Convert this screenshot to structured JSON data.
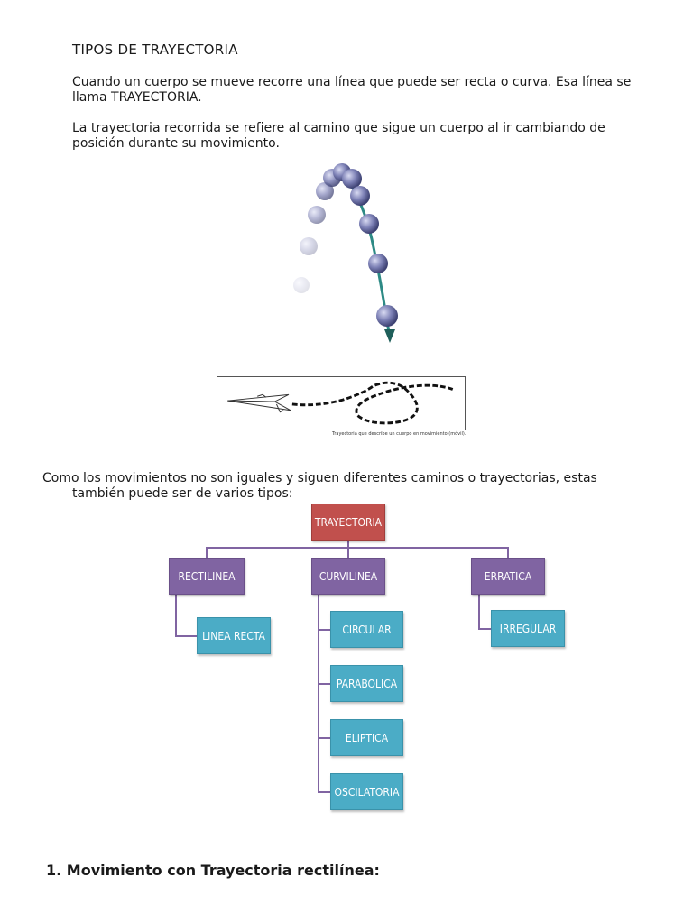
{
  "title": "TIPOS DE TRAYECTORIA",
  "paragraph1": "Cuando un cuerpo se mueve recorre una línea que puede ser recta o curva. Esa línea se llama TRAYECTORIA.",
  "paragraph2": "La trayectoria recorrida se refiere al camino que sigue un cuerpo al ir cambiando de posición durante su movimiento.",
  "figure_caption": "Trayectoria que describe un cuerpo en movimiento (móvil).",
  "paragraph3_line1": "Como los movimientos no son iguales y siguen diferentes caminos o trayectorias, estas",
  "paragraph3_line2": "también puede ser de varios tipos:",
  "diagram": {
    "root": "TRAYECTORIA",
    "branches": [
      {
        "label": "RECTILINEA",
        "children": [
          "LINEA RECTA"
        ]
      },
      {
        "label": "CURVILINEA",
        "children": [
          "CIRCULAR",
          "PARABOLICA",
          "ELIPTICA",
          "OSCILATORIA"
        ]
      },
      {
        "label": "ERRATICA",
        "children": [
          "IRREGULAR"
        ]
      }
    ],
    "colors": {
      "root": "#c1504d",
      "branch": "#8064a2",
      "leaf": "#4bacc6",
      "line": "#8064a2"
    }
  },
  "heading": "1. Movimiento con Trayectoria rectilínea:"
}
